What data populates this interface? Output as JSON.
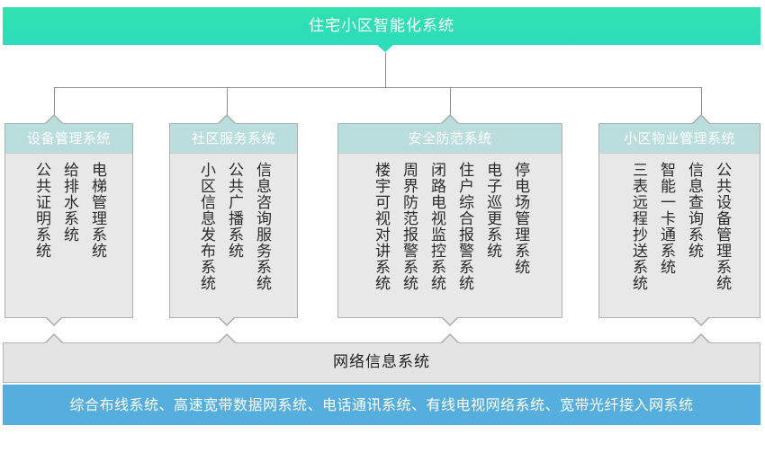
{
  "root": {
    "title": "住宅小区智能化系统"
  },
  "categories": [
    {
      "header": "设备管理系统",
      "leaves": [
        "电梯管理系统",
        "给排水系统",
        "公共证明系统"
      ]
    },
    {
      "header": "社区服务系统",
      "leaves": [
        "信息咨询服务系统",
        "公共广播系统",
        "小区信息发布系统"
      ]
    },
    {
      "header": "安全防范系统",
      "leaves": [
        "停电场管理系统",
        "电子巡更系统",
        "住户综合报警系统",
        "闭路电视监控系统",
        "周界防范报警系统",
        "楼宇可视对讲系统"
      ]
    },
    {
      "header": "小区物业管理系统",
      "leaves": [
        "公共设备管理系统",
        "信息查询系统",
        "智能一卡通系统",
        "三表远程抄送系统"
      ]
    }
  ],
  "network_bar": {
    "label": "网络信息系统"
  },
  "infrastructure_bar": {
    "label": "综合布线系统、高速宽带数据网系统、电话通讯系统、有线电视网络系统、宽带光纤接入网系统"
  },
  "colors": {
    "root_banner": "#2ddcbb",
    "category_header": "#b9dedd",
    "category_body": "#e8e8e8",
    "network_bar": "#e4e4e4",
    "infrastructure_bar": "#55aedd",
    "connector_line": "#8f8f8f"
  }
}
